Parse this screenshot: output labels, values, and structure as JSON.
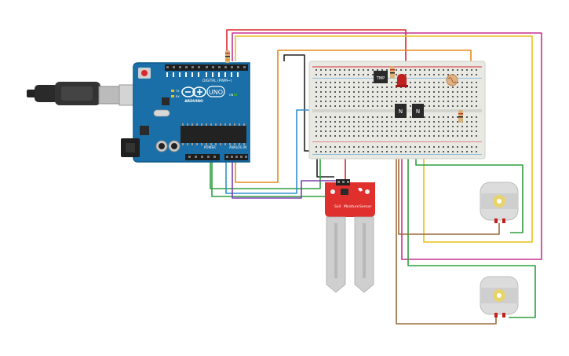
{
  "colors": {
    "board_blue": "#1a6fa8",
    "board_dark": "#0f5a8c",
    "breadboard": "#e9e9e4",
    "wire_red": "#d8262c",
    "wire_black": "#222222",
    "wire_orange": "#e58b1a",
    "wire_yellow": "#e8c21a",
    "wire_green": "#2e9e3e",
    "wire_blue": "#2f8fd0",
    "wire_magenta": "#c9308f",
    "wire_brown": "#9b6a3b",
    "wire_purple": "#7a3fb0",
    "sensor_red": "#e0302e",
    "motor_silver": "#dcdcdc"
  },
  "arduino": {
    "logo_text": "UNO",
    "brand": "ARDUINO",
    "digital_label": "DIGITAL (PWM~)",
    "power_label": "POWER",
    "analog_label": "ANALOG IN",
    "tx": "TX",
    "rx": "RX",
    "on": "ON",
    "l": "L"
  },
  "breadboard": {
    "ic_label": "TMP"
  },
  "transistors": [
    {
      "label": "N"
    },
    {
      "label": "N"
    }
  ],
  "sensor": {
    "line1": "Soil",
    "line2": "Moisture",
    "line3": "Sensor"
  },
  "icons": [
    "usb-cable-icon",
    "dc-jack-icon",
    "photoresistor-icon",
    "led-icon",
    "resistor-icon",
    "dc-motor-icon"
  ]
}
